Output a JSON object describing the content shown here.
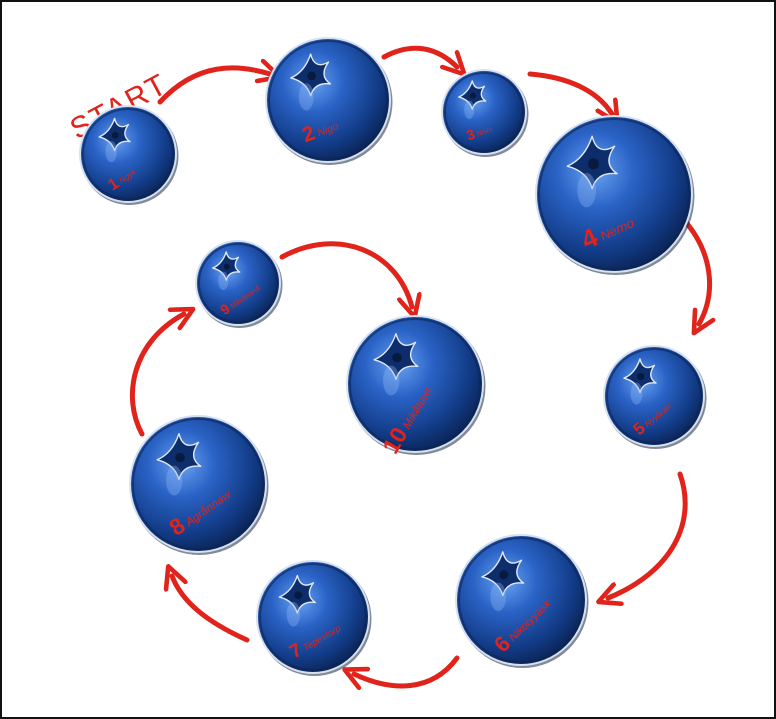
{
  "start_label": "START",
  "colors": {
    "berry_dark": "#0b2a63",
    "berry_mid": "#1f57b8",
    "berry_light": "#5b93e8",
    "rim": "#cfd8e6",
    "accent": "#e0231b"
  },
  "berries": [
    {
      "num": "1",
      "name": "Ngyk"
    },
    {
      "num": "2",
      "name": "Nigo"
    },
    {
      "num": "3",
      "name": "Nisto"
    },
    {
      "num": "4",
      "name": "Nemo"
    },
    {
      "num": "5",
      "name": "Nyyåran"
    },
    {
      "num": "6",
      "name": "Nikotyyäsk"
    },
    {
      "num": "7",
      "name": "Tepestorp"
    },
    {
      "num": "8",
      "name": "Agrånnaw"
    },
    {
      "num": "9",
      "name": "Måsåwanå"
    },
    {
      "num": "10",
      "name": "Mikåtuwt"
    }
  ]
}
